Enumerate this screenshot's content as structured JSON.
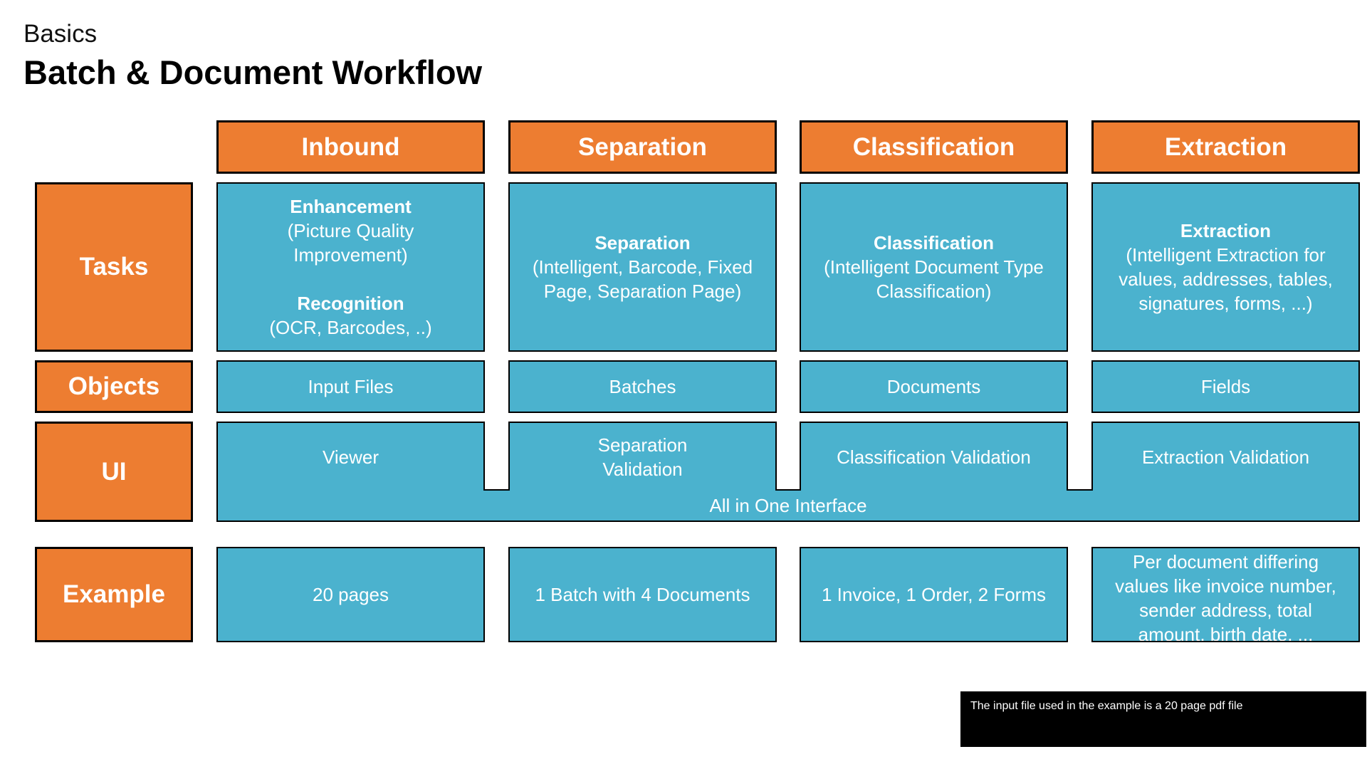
{
  "header": {
    "subtitle": "Basics",
    "title": "Batch & Document Workflow"
  },
  "columns": [
    "Inbound",
    "Separation",
    "Classification",
    "Extraction"
  ],
  "rows": {
    "tasks": "Tasks",
    "objects": "Objects",
    "ui": "UI",
    "example": "Example"
  },
  "tasks": {
    "inbound": {
      "enhancement_title": "Enhancement",
      "enhancement_desc_1": "(Picture Quality",
      "enhancement_desc_2": "Improvement)",
      "recognition_title": "Recognition",
      "recognition_desc": "(OCR, Barcodes, ..)"
    },
    "separation": {
      "title": "Separation",
      "desc_1": "(Intelligent, Barcode, Fixed",
      "desc_2": "Page, Separation Page)"
    },
    "classification": {
      "title": "Classification",
      "desc_1": "(Intelligent Document Type",
      "desc_2": "Classification)"
    },
    "extraction": {
      "title": "Extraction",
      "desc_1": "(Intelligent Extraction for",
      "desc_2": "values, addresses, tables,",
      "desc_3": "signatures, forms, ...)"
    }
  },
  "objects": [
    "Input Files",
    "Batches",
    "Documents",
    "Fields"
  ],
  "ui": {
    "inbound": "Viewer",
    "separation_1": "Separation",
    "separation_2": "Validation",
    "classification": "Classification Validation",
    "extraction": "Extraction Validation",
    "all_in_one": "All in One Interface"
  },
  "examples": {
    "inbound": "20 pages",
    "separation": "1 Batch with 4 Documents",
    "classification": "1 Invoice, 1 Order, 2 Forms",
    "extraction_1": "Per document differing",
    "extraction_2": "values like invoice number,",
    "extraction_3": "sender address, total",
    "extraction_4": "amount, birth date, ..."
  },
  "note": "The input file used in the example is a 20 page pdf file",
  "colors": {
    "orange": "#ED7D31",
    "blue": "#4BB2CE",
    "border": "#000000"
  }
}
